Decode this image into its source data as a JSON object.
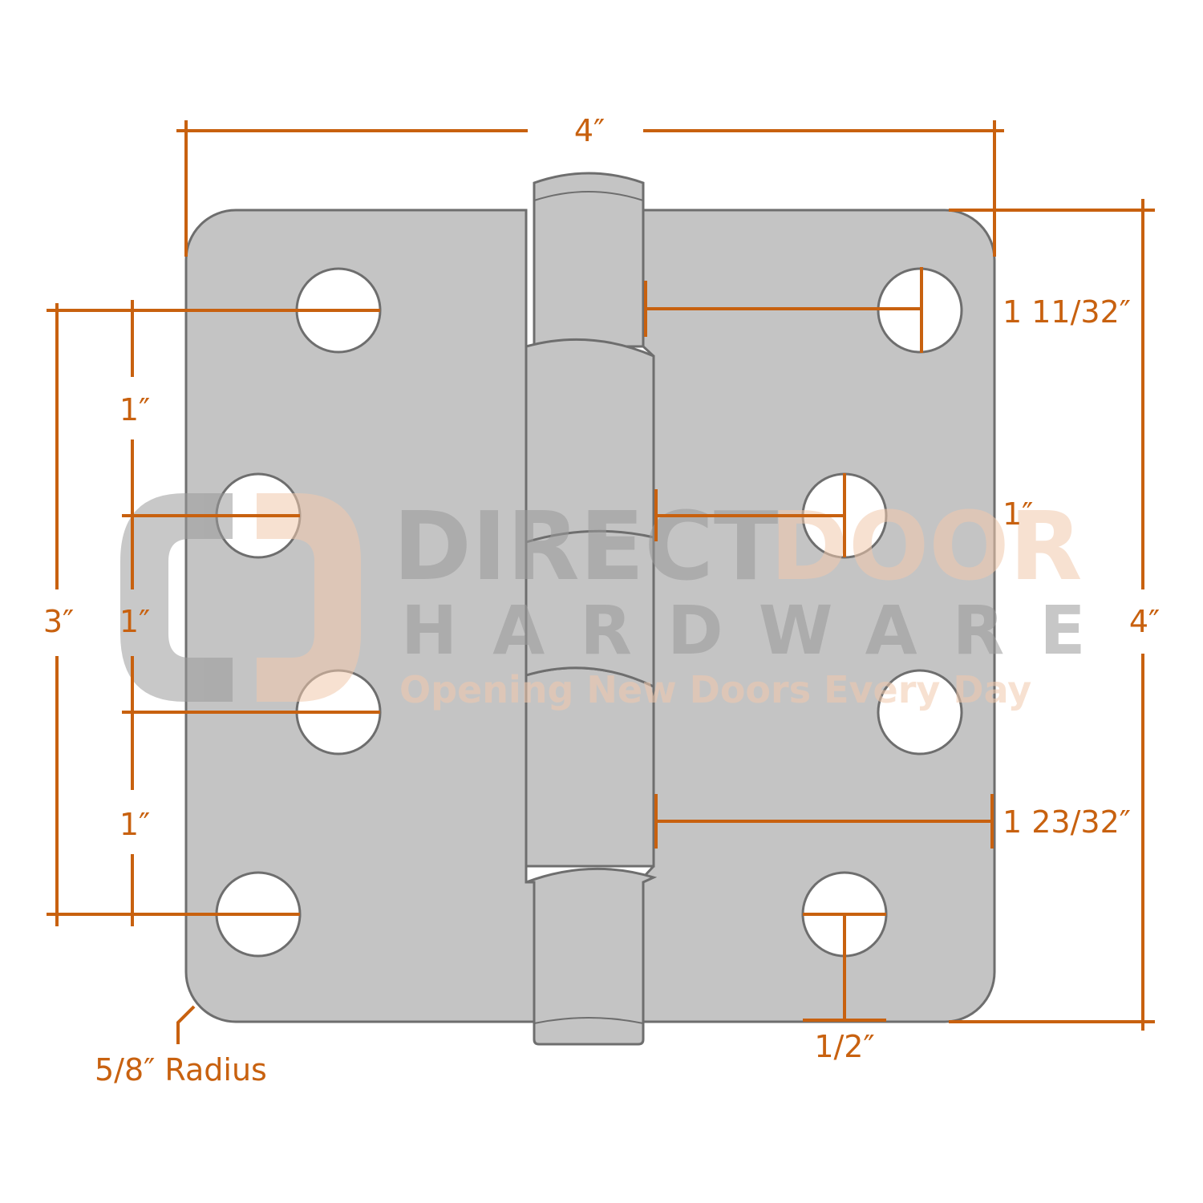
{
  "colors": {
    "dimension": "#c8610f",
    "hinge_fill": "#c4c4c4",
    "hinge_stroke": "#6e6e6e",
    "hole_fill": "#ffffff",
    "watermark_gray": "#9a9a9a",
    "watermark_orange": "#f2c9ad"
  },
  "dimensions": {
    "overall_width": "4″",
    "overall_height": "4″",
    "hole_span": "3″",
    "spacing_top": "1″",
    "spacing_middle": "1″",
    "spacing_bottom": "1″",
    "top_hole_offset": "1 11/32″",
    "middle_hole_offset": "1″",
    "edge_offset": "1 23/32″",
    "bottom_hole_edge": "1/2″",
    "corner_radius": "5/8″ Radius"
  },
  "watermark": {
    "brand_part1": "DIRECT",
    "brand_part2": "DOOR",
    "brand_line2": "HARDWARE",
    "tagline": "Opening New Doors Every Day"
  }
}
